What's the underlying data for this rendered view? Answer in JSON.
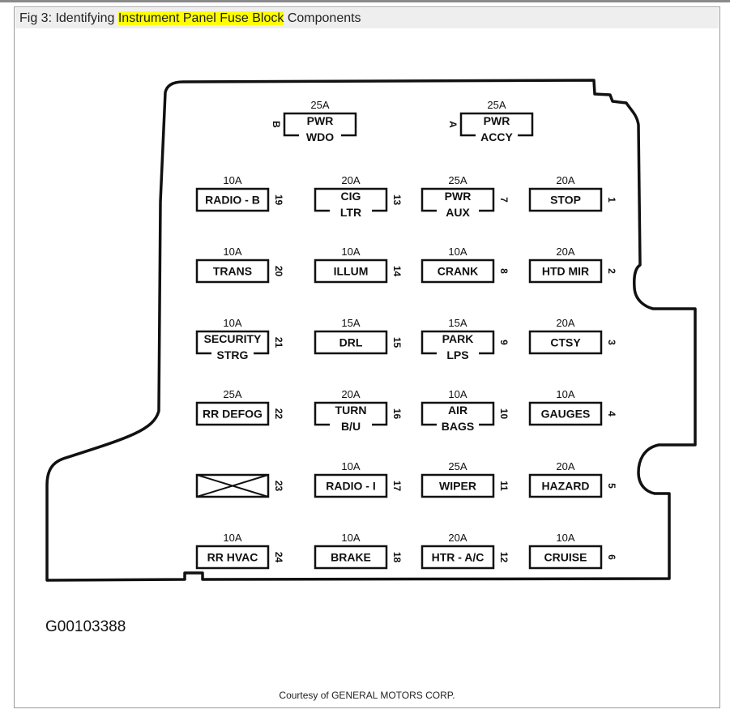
{
  "caption": {
    "prefix": "Fig 3: Identifying ",
    "highlight": "Instrument Panel Fuse Block",
    "suffix": " Components"
  },
  "figure_id": "G00103388",
  "credit": "Courtesy of GENERAL MOTORS CORP.",
  "colors": {
    "highlight": "#ffff00",
    "caption_bar": "#eeeeee",
    "line": "#111111"
  },
  "top_fuses": [
    {
      "position": "B",
      "amps": "25A",
      "lines": [
        "PWR",
        "WDO"
      ]
    },
    {
      "position": "A",
      "amps": "25A",
      "lines": [
        "PWR",
        "ACCY"
      ]
    }
  ],
  "fuse_grid": [
    [
      {
        "position": "19",
        "amps": "10A",
        "lines": [
          "RADIO - B"
        ]
      },
      {
        "position": "13",
        "amps": "20A",
        "lines": [
          "CIG",
          "LTR"
        ]
      },
      {
        "position": "7",
        "amps": "25A",
        "lines": [
          "PWR",
          "AUX"
        ]
      },
      {
        "position": "1",
        "amps": "20A",
        "lines": [
          "STOP"
        ]
      }
    ],
    [
      {
        "position": "20",
        "amps": "10A",
        "lines": [
          "TRANS"
        ]
      },
      {
        "position": "14",
        "amps": "10A",
        "lines": [
          "ILLUM"
        ]
      },
      {
        "position": "8",
        "amps": "10A",
        "lines": [
          "CRANK"
        ]
      },
      {
        "position": "2",
        "amps": "20A",
        "lines": [
          "HTD MIR"
        ]
      }
    ],
    [
      {
        "position": "21",
        "amps": "10A",
        "lines": [
          "SECURITY",
          "STRG"
        ]
      },
      {
        "position": "15",
        "amps": "15A",
        "lines": [
          "DRL"
        ]
      },
      {
        "position": "9",
        "amps": "15A",
        "lines": [
          "PARK",
          "LPS"
        ]
      },
      {
        "position": "3",
        "amps": "20A",
        "lines": [
          "CTSY"
        ]
      }
    ],
    [
      {
        "position": "22",
        "amps": "25A",
        "lines": [
          "RR DEFOG"
        ]
      },
      {
        "position": "16",
        "amps": "20A",
        "lines": [
          "TURN",
          "B/U"
        ]
      },
      {
        "position": "10",
        "amps": "10A",
        "lines": [
          "AIR",
          "BAGS"
        ]
      },
      {
        "position": "4",
        "amps": "10A",
        "lines": [
          "GAUGES"
        ]
      }
    ],
    [
      {
        "position": "23",
        "amps": "",
        "lines": [],
        "empty": true
      },
      {
        "position": "17",
        "amps": "10A",
        "lines": [
          "RADIO - I"
        ]
      },
      {
        "position": "11",
        "amps": "25A",
        "lines": [
          "WIPER"
        ]
      },
      {
        "position": "5",
        "amps": "20A",
        "lines": [
          "HAZARD"
        ]
      }
    ],
    [
      {
        "position": "24",
        "amps": "10A",
        "lines": [
          "RR HVAC"
        ]
      },
      {
        "position": "18",
        "amps": "10A",
        "lines": [
          "BRAKE"
        ]
      },
      {
        "position": "12",
        "amps": "20A",
        "lines": [
          "HTR - A/C"
        ]
      },
      {
        "position": "6",
        "amps": "10A",
        "lines": [
          "CRUISE"
        ]
      }
    ]
  ]
}
